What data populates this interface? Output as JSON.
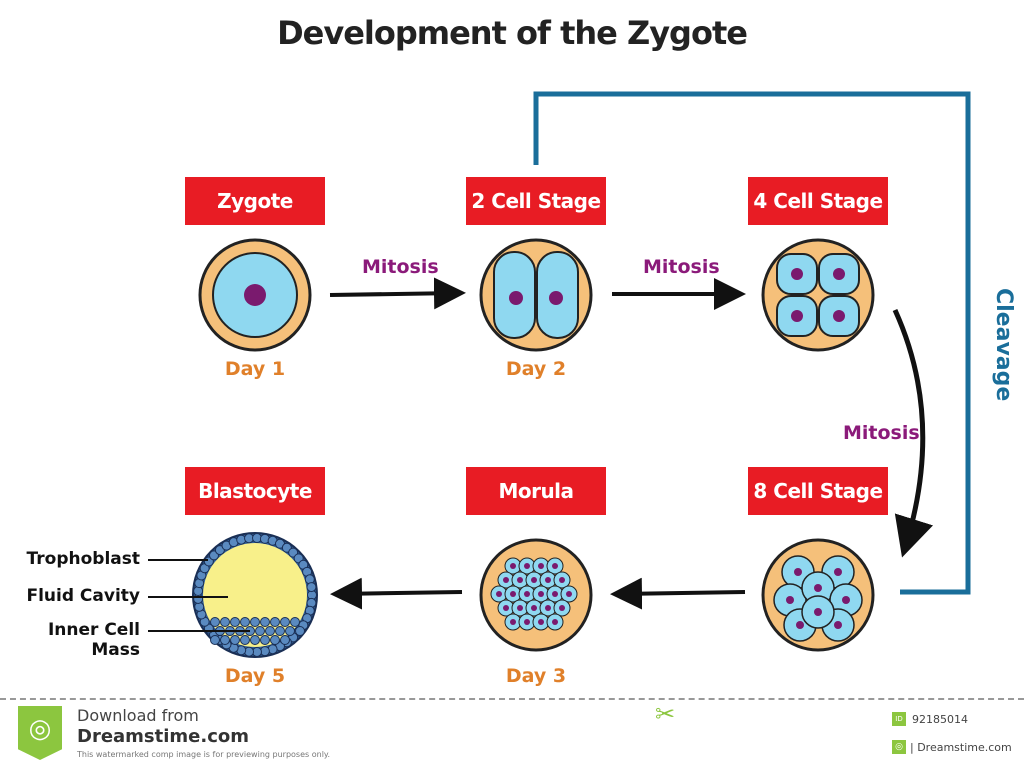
{
  "title": "Development of the Zygote",
  "stages": [
    {
      "label": "Zygote",
      "day": "Day 1"
    },
    {
      "label": "2 Cell Stage",
      "day": "Day 2"
    },
    {
      "label": "4 Cell Stage",
      "day": ""
    },
    {
      "label": "8 Cell Stage",
      "day": ""
    },
    {
      "label": "Morula",
      "day": "Day 3"
    },
    {
      "label": "Blastocyte",
      "day": "Day 5"
    }
  ],
  "process": {
    "mitosis": "Mitosis",
    "cleavage": "Cleavage"
  },
  "blastocyte_parts": [
    "Trophoblast",
    "Fluid Cavity",
    "Inner Cell Mass"
  ],
  "footer": {
    "download": "Download from",
    "site": "Dreamstime.com",
    "notice": "This watermarked comp image is for previewing purposes only.",
    "id_badge": "ID",
    "id": "92185014",
    "credit": "| Dreamstime.com"
  },
  "colors": {
    "label_red": "#e81c24",
    "day_orange": "#e0802a",
    "mitosis_purple": "#8b1a7a",
    "cleavage_blue": "#1a6e9a",
    "cell": "#8fd8f0",
    "zona": "#f5c07a",
    "nucleus": "#7a1a6e",
    "blastocoel": "#f8f08a"
  }
}
